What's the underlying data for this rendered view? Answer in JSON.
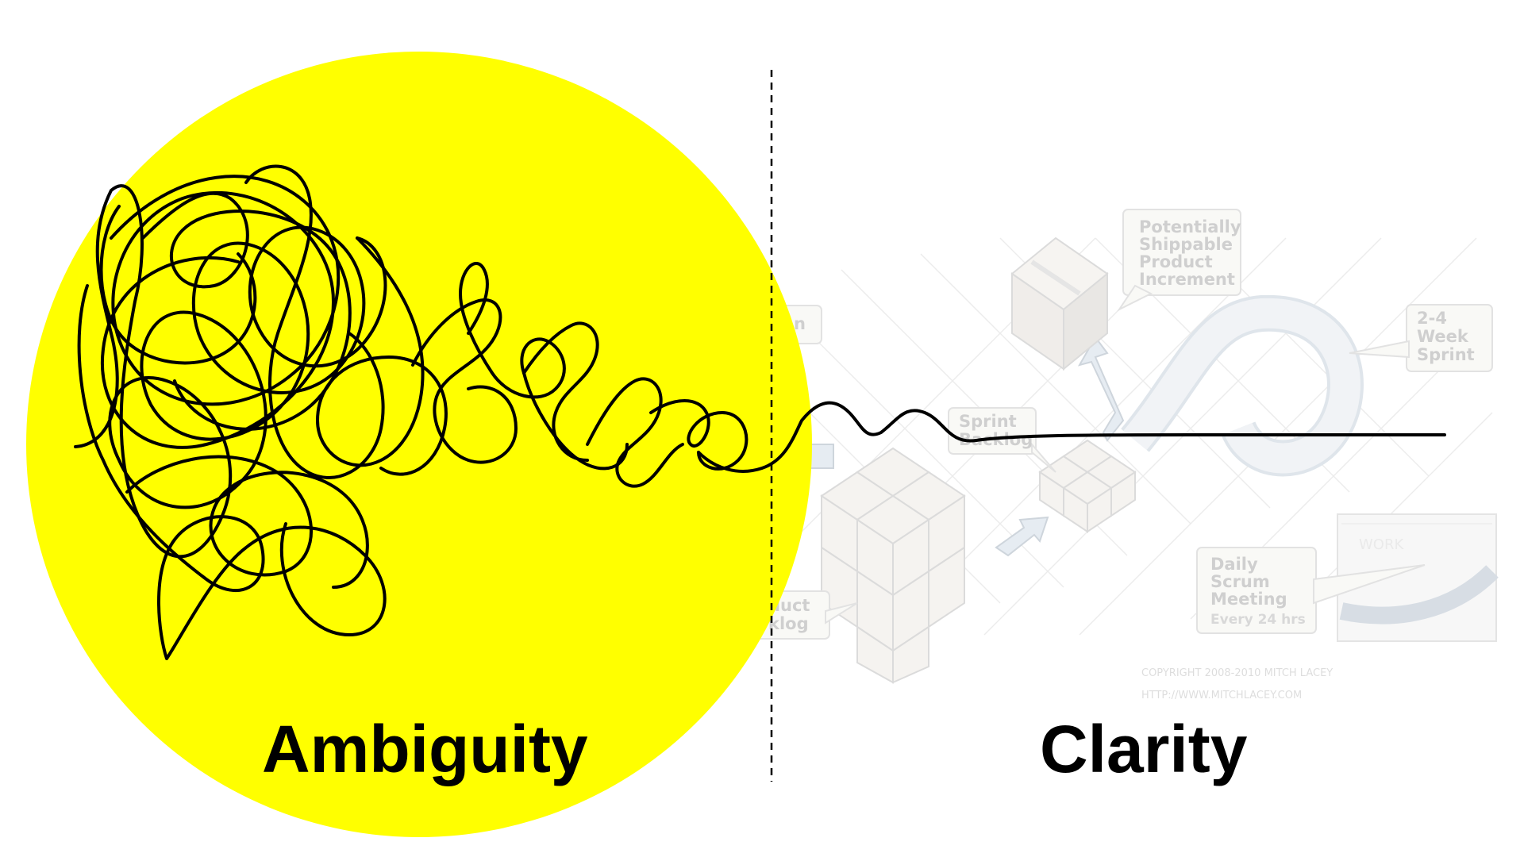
{
  "labels": {
    "left": "Ambiguity",
    "right": "Clarity"
  },
  "scrum": {
    "potentially_shippable": [
      "Potentially",
      "Shippable",
      "Product",
      "Increment"
    ],
    "sprint_length": [
      "2-4",
      "Week",
      "Sprint"
    ],
    "sprint_backlog": [
      "Sprint",
      "Backlog"
    ],
    "product_backlog": [
      "duct",
      "klog"
    ],
    "hidden_callout": "n",
    "daily_scrum": [
      "Daily",
      "Scrum",
      "Meeting"
    ],
    "daily_scrum_freq": "Every 24 hrs",
    "work": "WORK",
    "copyright": "COPYRIGHT 2008-2010 MITCH LACEY",
    "url": "HTTP://WWW.MITCHLACEY.COM"
  },
  "colors": {
    "yellow": "#ffff00",
    "line": "#000000",
    "faded_gray": "#c8c8c8"
  }
}
